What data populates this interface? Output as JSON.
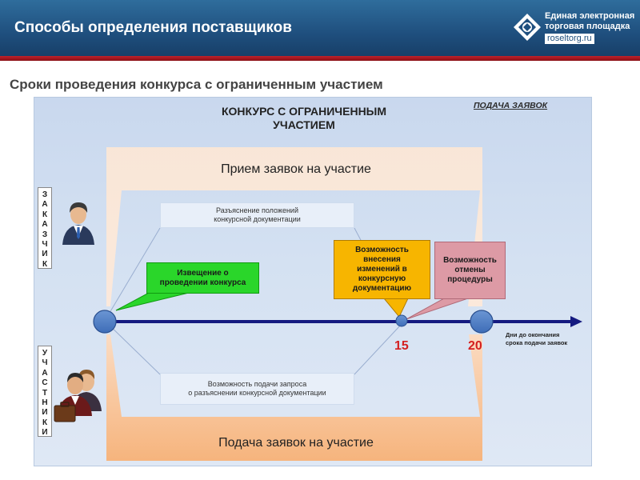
{
  "header": {
    "title": "Способы определения поставщиков",
    "logo": {
      "line1": "Единая электронная",
      "line2": "торговая площадка",
      "url": "roseltorg.ru"
    }
  },
  "subtitle": "Сроки проведения конкурса с ограниченным участием",
  "diagram": {
    "title_line1": "КОНКУРС С ОГРАНИЧЕННЫМ",
    "title_line2": "УЧАСТИЕМ",
    "submit_label": "ПОДАЧА ЗАЯВОК",
    "receive_label": "Прием заявок на участие",
    "apply_label": "Подача заявок на участие",
    "explain_line1": "Разъяснение положений",
    "explain_line2": "конкурсной документации",
    "request_line1": "Возможность подачи запроса",
    "request_line2": "о разъяснении конкурсной документации",
    "notice_line1": "Извещение о",
    "notice_line2": "проведении конкурса",
    "changes_lines": [
      "Возможность",
      "внесения",
      "изменений в",
      "конкурсную",
      "документацию"
    ],
    "cancel_lines": [
      "Возможность",
      "отмены",
      "процедуры"
    ],
    "customer_letters": [
      "З",
      "А",
      "К",
      "А",
      "З",
      "Ч",
      "И",
      "К"
    ],
    "participant_letters": [
      "У",
      "Ч",
      "А",
      "С",
      "Т",
      "Н",
      "И",
      "К",
      "И"
    ],
    "mark_15": "15",
    "mark_20": "20",
    "axis_line1": "Дни до окончания",
    "axis_line2": "срока подачи заявок"
  },
  "colors": {
    "header_blue": "#1f4f7e",
    "accent_red": "#c0202a",
    "notice_green": "#2ad62a",
    "changes_orange": "#f7b500",
    "cancel_pink": "#dd9aa5",
    "timeline_navy": "#151a80",
    "number_red": "#d42020"
  },
  "icons": [
    "roseltorg-logo-icon",
    "customer-person-icon",
    "participants-group-icon"
  ]
}
